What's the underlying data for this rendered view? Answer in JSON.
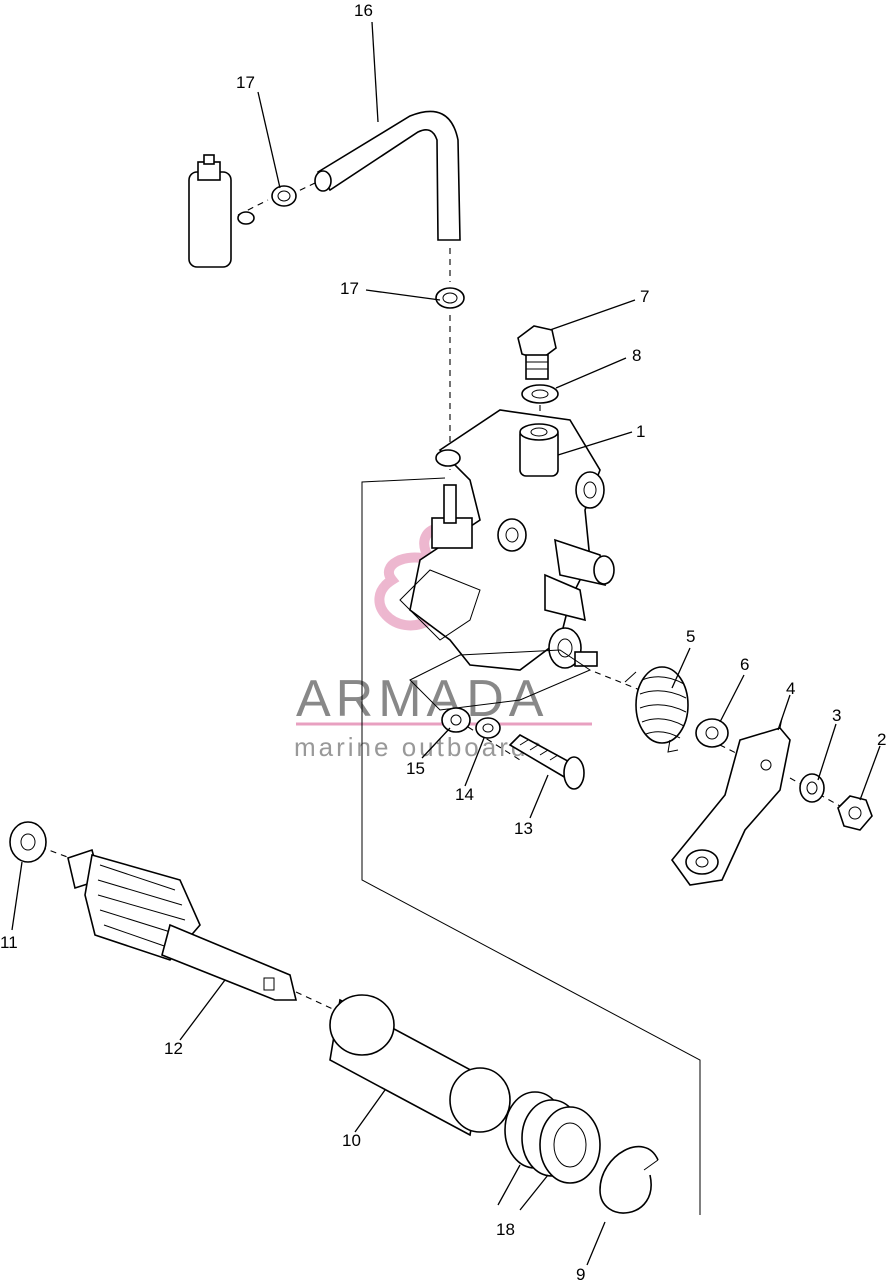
{
  "callouts": [
    "16",
    "17",
    "17",
    "7",
    "8",
    "1",
    "5",
    "6",
    "4",
    "3",
    "2",
    "15",
    "14",
    "13",
    "11",
    "12",
    "10",
    "18",
    "9"
  ],
  "watermark": {
    "brand": "ARMADA",
    "tagline": "marine outboards",
    "accent_color": "#e8a0c0"
  }
}
